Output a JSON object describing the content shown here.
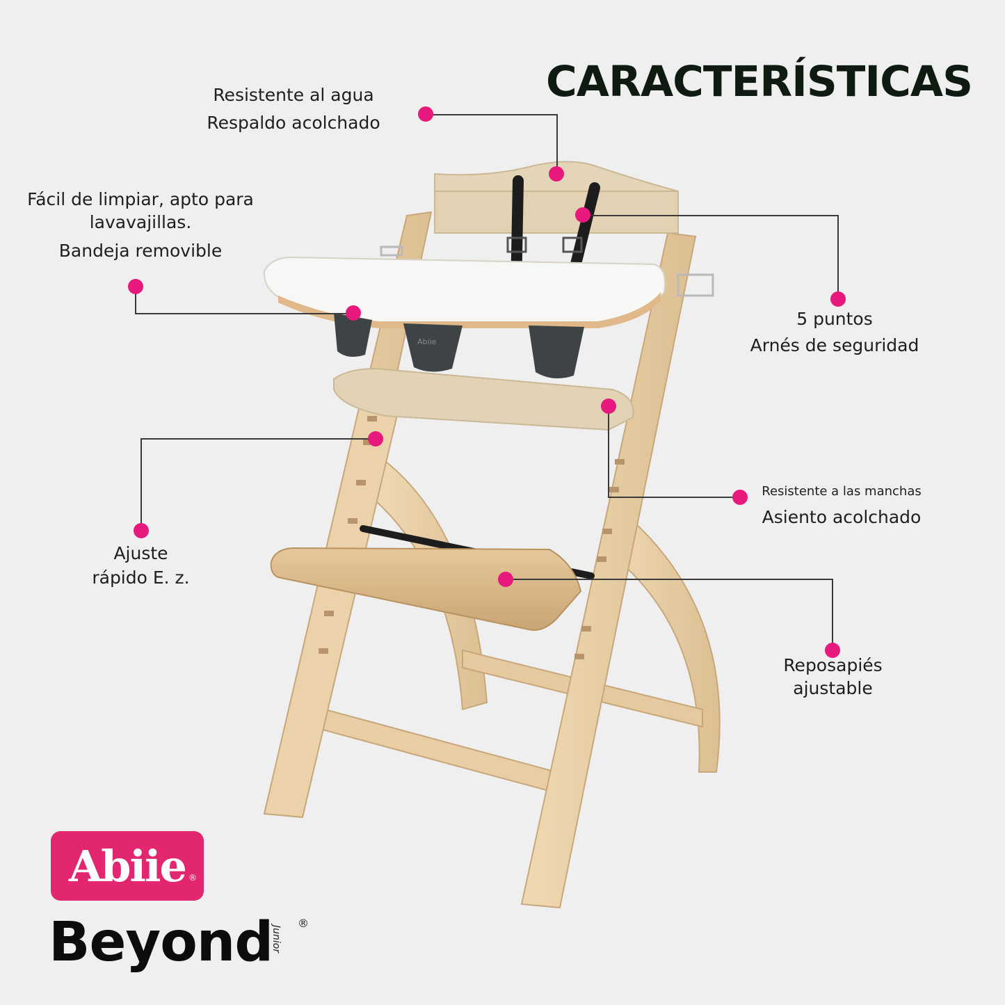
{
  "header": {
    "title": "CARACTERÍSTICAS"
  },
  "colors": {
    "accent": "#e8197d",
    "wood": "#e8cfa6",
    "cushion": "#e3d3b6",
    "strap": "#1d1d1d",
    "logo_bg": "#e2266f"
  },
  "features": [
    {
      "line1": "Resistente al agua",
      "line2": "Respaldo acolchado"
    },
    {
      "line1": "Fácil de limpiar, apto para",
      "line2": "lavavajillas.",
      "line3": "Bandeja removible"
    },
    {
      "line1": "5 puntos",
      "line2": "Arnés de seguridad"
    },
    {
      "line1": "Resistente a las manchas",
      "line2": "Asiento acolchado"
    },
    {
      "line1": "Ajuste",
      "line2": "rápido E. z."
    },
    {
      "line1": "Reposapiés",
      "line2": "ajustable"
    }
  ],
  "brand": {
    "logo": "Abiie",
    "logo_reg": "®",
    "product": "Beyond",
    "product_sub": "Junior",
    "product_reg": "®",
    "tray_logo": "Abiie"
  }
}
